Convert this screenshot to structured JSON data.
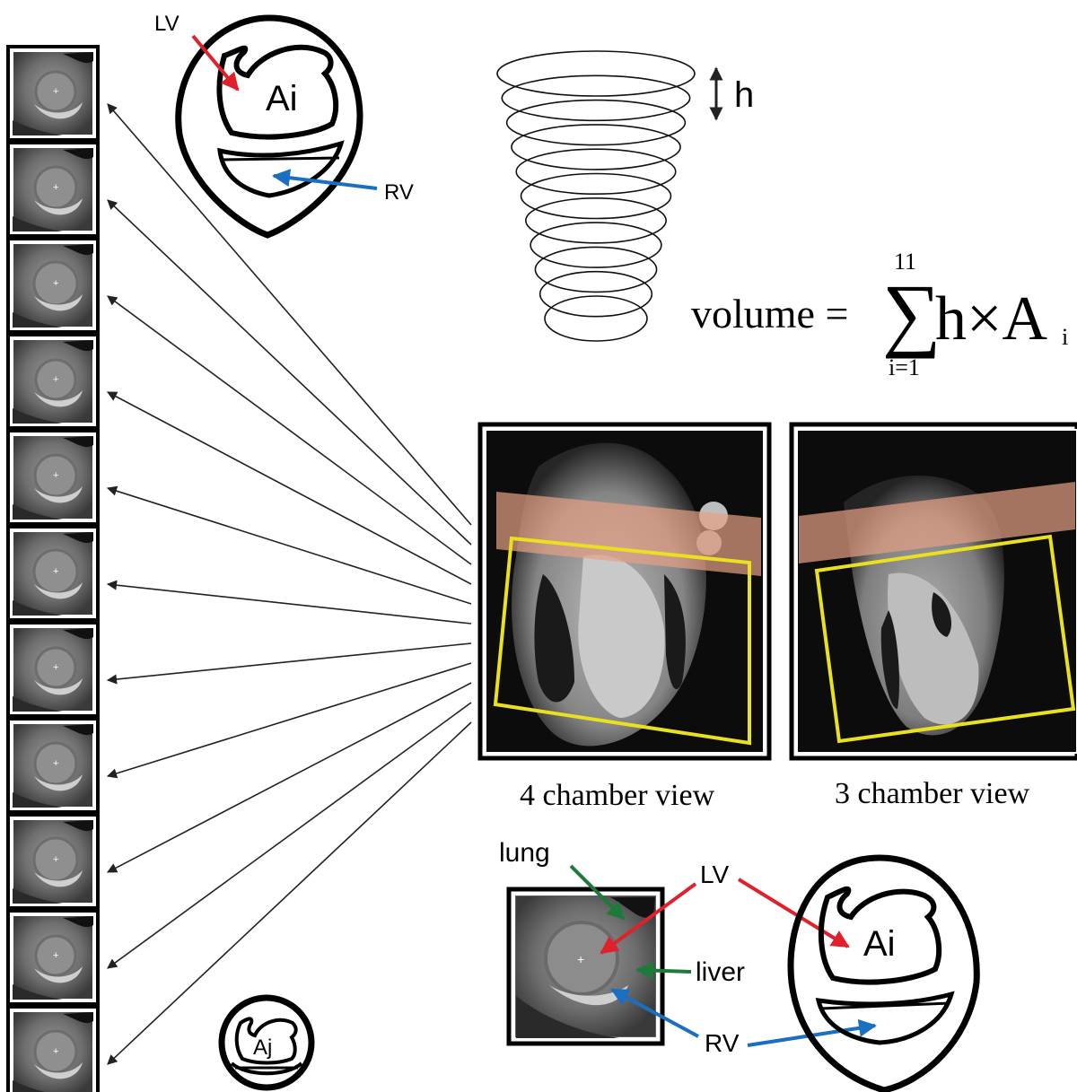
{
  "labels": {
    "lv": "LV",
    "rv": "RV",
    "ai": "Ai",
    "aj": "Aj",
    "h": "h",
    "lung": "lung",
    "liver": "liver",
    "view4": "4 chamber view",
    "view3": "3 chamber view"
  },
  "formula": {
    "lhs": "volume =",
    "upper": "11",
    "lower": "i=1",
    "body": "h×A",
    "sub": "i"
  },
  "colors": {
    "lv_arrow": "#e0202a",
    "rv_arrow": "#1b6fc0",
    "green_arrow": "#1e7a3a",
    "roi_box": "#e8e020",
    "slab": "#e6a184"
  },
  "short_axis_slices": 11,
  "stack_ellipses": 11
}
